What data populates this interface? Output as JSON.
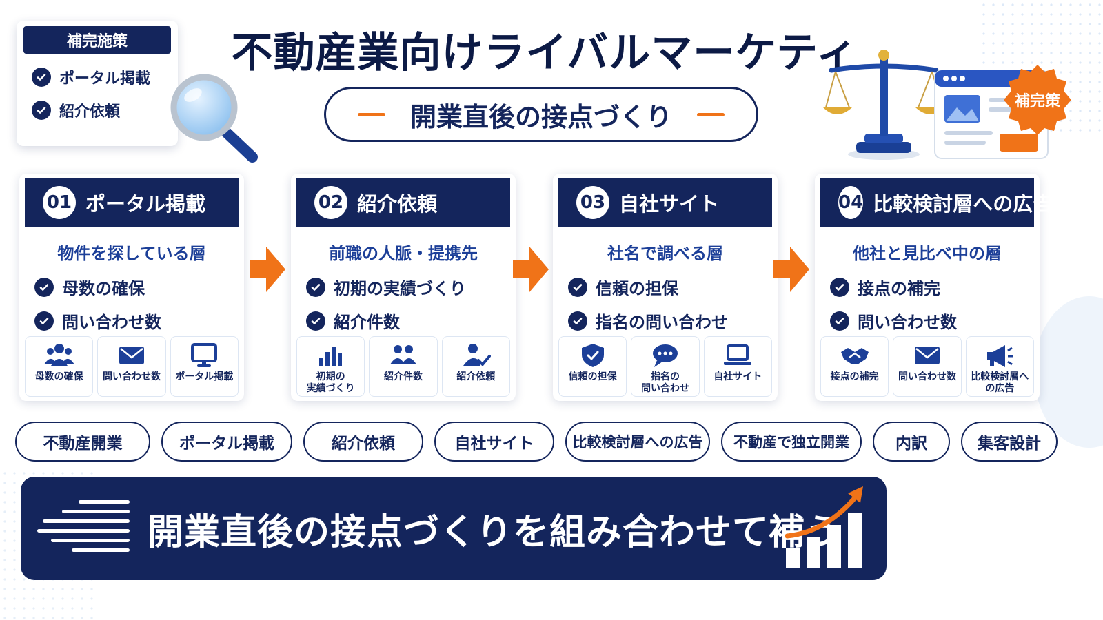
{
  "title": "不動産業向けライバルマーケティング",
  "subtitle": "開業直後の接点づくり",
  "tag_card": {
    "heading": "補完施策",
    "items": [
      "ポータル掲載",
      "紹介依頼"
    ]
  },
  "badge": "補完策",
  "steps": [
    {
      "num": "01",
      "title": "ポータル掲載",
      "subtitle": "物件を探している層",
      "points": [
        "母数の確保",
        "問い合わせ数"
      ],
      "tiles": [
        {
          "icon": "people-group-icon",
          "label": "母数の確保"
        },
        {
          "icon": "envelope-icon",
          "label": "問い合わせ数"
        },
        {
          "icon": "monitor-icon",
          "label": "ポータル掲載"
        }
      ]
    },
    {
      "num": "02",
      "title": "紹介依頼",
      "subtitle": "前職の人脈・提携先",
      "points": [
        "初期の実績づくり",
        "紹介件数"
      ],
      "tiles": [
        {
          "icon": "bar-chart-icon",
          "label": "初期の\n実績づくり"
        },
        {
          "icon": "two-people-icon",
          "label": "紹介件数"
        },
        {
          "icon": "person-check-icon",
          "label": "紹介依頼"
        }
      ]
    },
    {
      "num": "03",
      "title": "自社サイト",
      "subtitle": "社名で調べる層",
      "points": [
        "信頼の担保",
        "指名の問い合わせ"
      ],
      "tiles": [
        {
          "icon": "shield-check-icon",
          "label": "信頼の担保"
        },
        {
          "icon": "chat-bubble-icon",
          "label": "指名の\n問い合わせ"
        },
        {
          "icon": "laptop-icon",
          "label": "自社サイト"
        }
      ]
    },
    {
      "num": "04",
      "title": "比較検討層への広告",
      "subtitle": "他社と見比べ中の層",
      "points": [
        "接点の補完",
        "問い合わせ数"
      ],
      "tiles": [
        {
          "icon": "handshake-icon",
          "label": "接点の補完"
        },
        {
          "icon": "envelope-icon",
          "label": "問い合わせ数"
        },
        {
          "icon": "megaphone-icon",
          "label": "比較検討層への広告"
        }
      ]
    }
  ],
  "chips": [
    "不動産開業",
    "ポータル掲載",
    "紹介依頼",
    "自社サイト",
    "比較検討層への広告",
    "不動産で独立開業",
    "内訳",
    "集客設計"
  ],
  "banner": "開業直後の接点づくりを組み合わせて補う",
  "colors": {
    "navy": "#14255c",
    "accent": "#f07318",
    "blue": "#1c3f98"
  }
}
